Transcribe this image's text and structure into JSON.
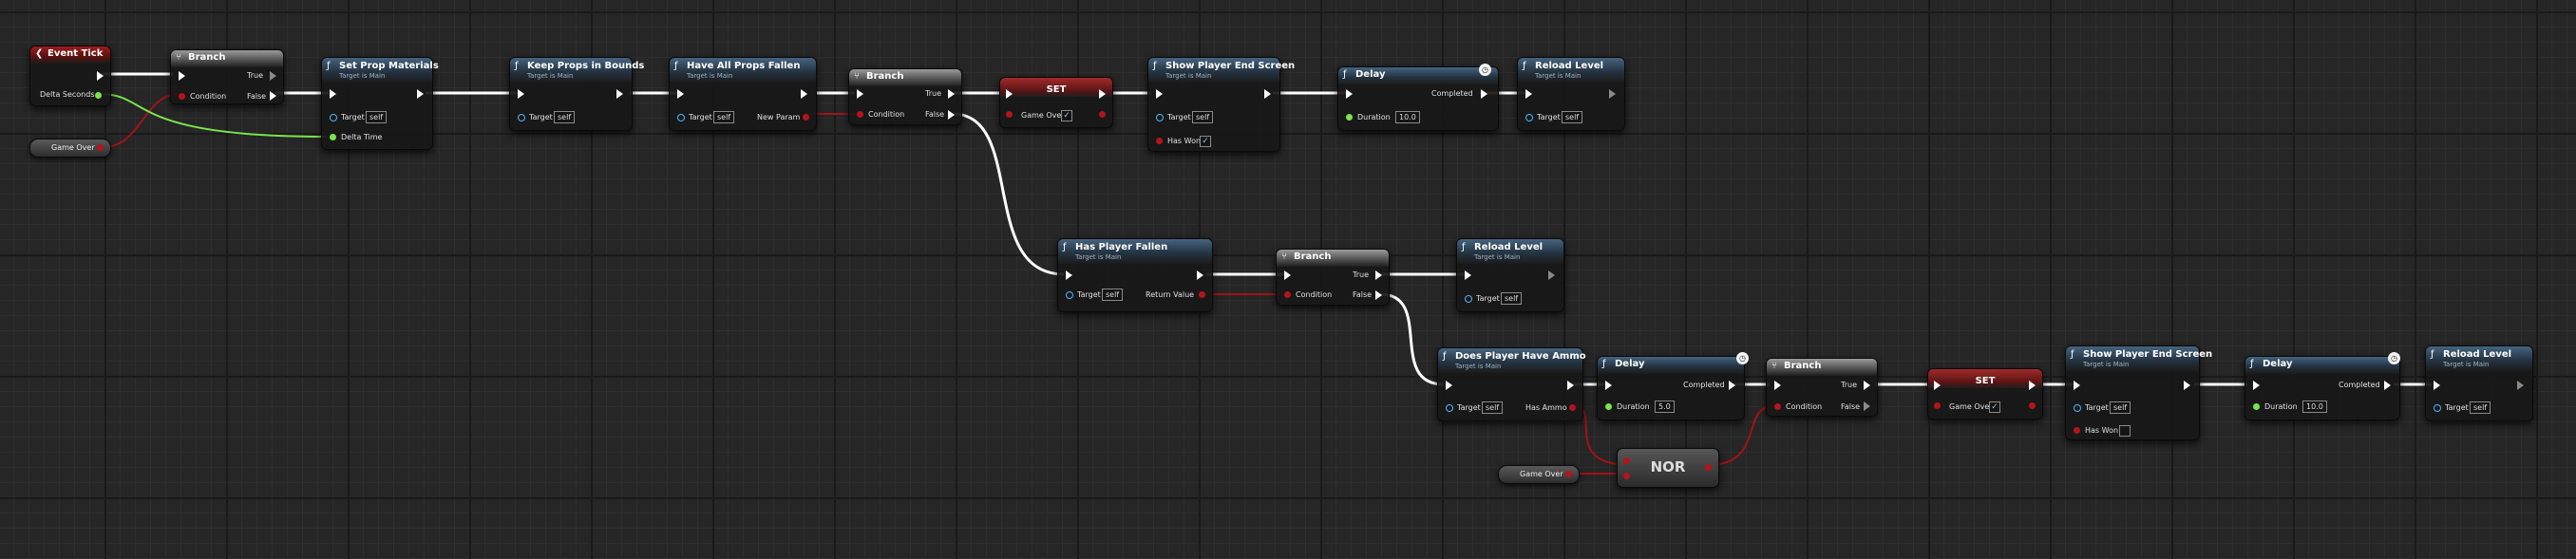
{
  "event_tick": {
    "title": "Event Tick",
    "delta_label": "Delta Seconds"
  },
  "branch": {
    "title": "Branch",
    "condition": "Condition",
    "true_label": "True",
    "false_label": "False"
  },
  "fn_sub": "Target is Main",
  "target_label": "Target",
  "self_value": "self",
  "vars": {
    "game_over": "Game Over"
  },
  "set_prop_materials": {
    "title": "Set Prop Materials",
    "delta_time": "Delta Time"
  },
  "keep_props": {
    "title": "Keep Props in Bounds"
  },
  "have_all_props": {
    "title": "Have All Props Fallen",
    "out_label": "New Param"
  },
  "set_node": {
    "title": "SET",
    "var_label": "Game Over"
  },
  "show_end_screen": {
    "title": "Show Player End Screen",
    "has_won": "Has Won"
  },
  "delay": {
    "title": "Delay",
    "completed": "Completed",
    "duration": "Duration",
    "duration_a": "10.0",
    "duration_b": "5.0"
  },
  "reload_level": {
    "title": "Reload Level"
  },
  "has_player_fallen": {
    "title": "Has Player Fallen",
    "out_label": "Return Value"
  },
  "does_have_ammo": {
    "title": "Does Player Have Ammo",
    "out_label": "Has Ammo"
  },
  "nor": {
    "title": "NOR"
  },
  "colors": {
    "exec": "#ffffff",
    "bool": "#b4141a",
    "float": "#78e64a",
    "object": "#4fb6ff",
    "function_header": "#45647f",
    "event_header": "#9b1d1d"
  },
  "checks": {
    "set_top": "✓",
    "has_won_top": "✓",
    "set_bottom": "✓",
    "has_won_bottom": ""
  }
}
